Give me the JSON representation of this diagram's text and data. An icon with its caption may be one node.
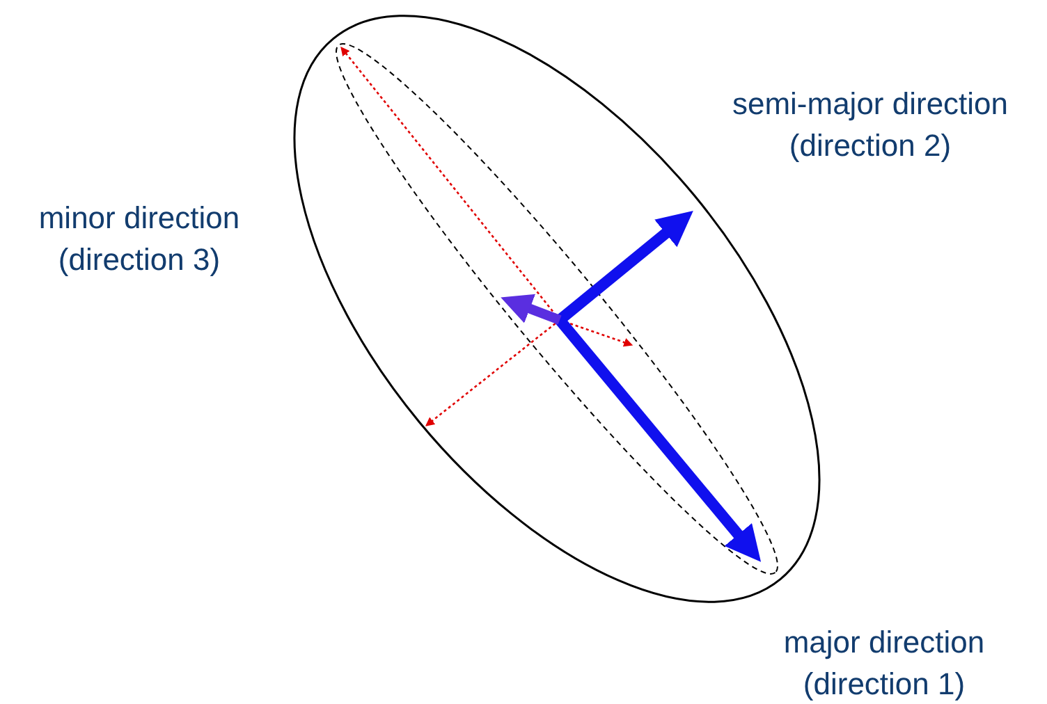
{
  "diagram": {
    "labels": [
      "semi-major direction (direction 2)",
      "minor direction (direction 3)",
      "major direction (direction 1)"
    ]
  }
}
